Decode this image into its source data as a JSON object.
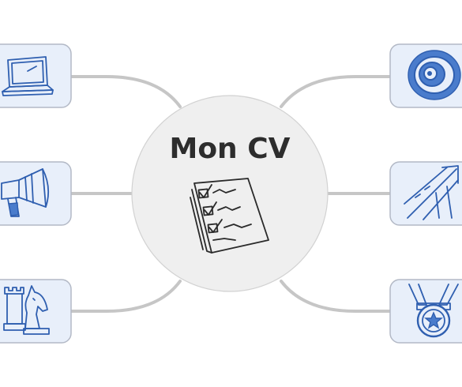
{
  "center": {
    "title": "Mon CV",
    "icon": "checklist-icon"
  },
  "branches": [
    {
      "side": "left",
      "row": 1,
      "icon": "laptop-icon"
    },
    {
      "side": "left",
      "row": 2,
      "icon": "megaphone-icon"
    },
    {
      "side": "left",
      "row": 3,
      "icon": "chess-pieces-icon"
    },
    {
      "side": "right",
      "row": 1,
      "icon": "target-icon"
    },
    {
      "side": "right",
      "row": 2,
      "icon": "road-arrow-icon"
    },
    {
      "side": "right",
      "row": 3,
      "icon": "medal-icon"
    }
  ],
  "colors": {
    "node_fill": "#e8effa",
    "node_border": "#b3b9c6",
    "icon_ink": "#2f5fb0",
    "connector": "#c6c6c6",
    "center_fill": "#efefef",
    "title_text": "#2d2d2d"
  }
}
